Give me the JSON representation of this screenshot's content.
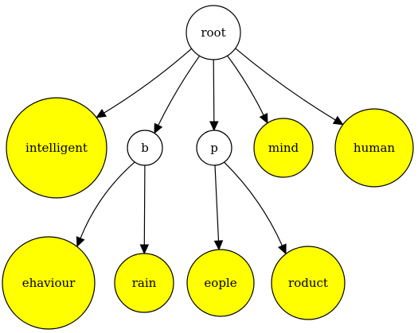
{
  "colors": {
    "leaf_fill": "#ffff00",
    "inner_fill": "#ffffff",
    "stroke": "#000000",
    "background": "#ffffff"
  },
  "nodes": [
    {
      "id": "root",
      "label": "root",
      "kind": "inner"
    },
    {
      "id": "intelligent",
      "label": "intelligent",
      "kind": "leaf"
    },
    {
      "id": "b",
      "label": "b",
      "kind": "inner"
    },
    {
      "id": "p",
      "label": "p",
      "kind": "inner"
    },
    {
      "id": "mind",
      "label": "mind",
      "kind": "leaf"
    },
    {
      "id": "human",
      "label": "human",
      "kind": "leaf"
    },
    {
      "id": "ehaviour",
      "label": "ehaviour",
      "kind": "leaf"
    },
    {
      "id": "rain",
      "label": "rain",
      "kind": "leaf"
    },
    {
      "id": "eople",
      "label": "eople",
      "kind": "leaf"
    },
    {
      "id": "roduct",
      "label": "roduct",
      "kind": "leaf"
    }
  ],
  "edges": [
    {
      "from": "root",
      "to": "intelligent"
    },
    {
      "from": "root",
      "to": "b"
    },
    {
      "from": "root",
      "to": "p"
    },
    {
      "from": "root",
      "to": "mind"
    },
    {
      "from": "root",
      "to": "human"
    },
    {
      "from": "b",
      "to": "ehaviour"
    },
    {
      "from": "b",
      "to": "rain"
    },
    {
      "from": "p",
      "to": "eople"
    },
    {
      "from": "p",
      "to": "roduct"
    }
  ]
}
